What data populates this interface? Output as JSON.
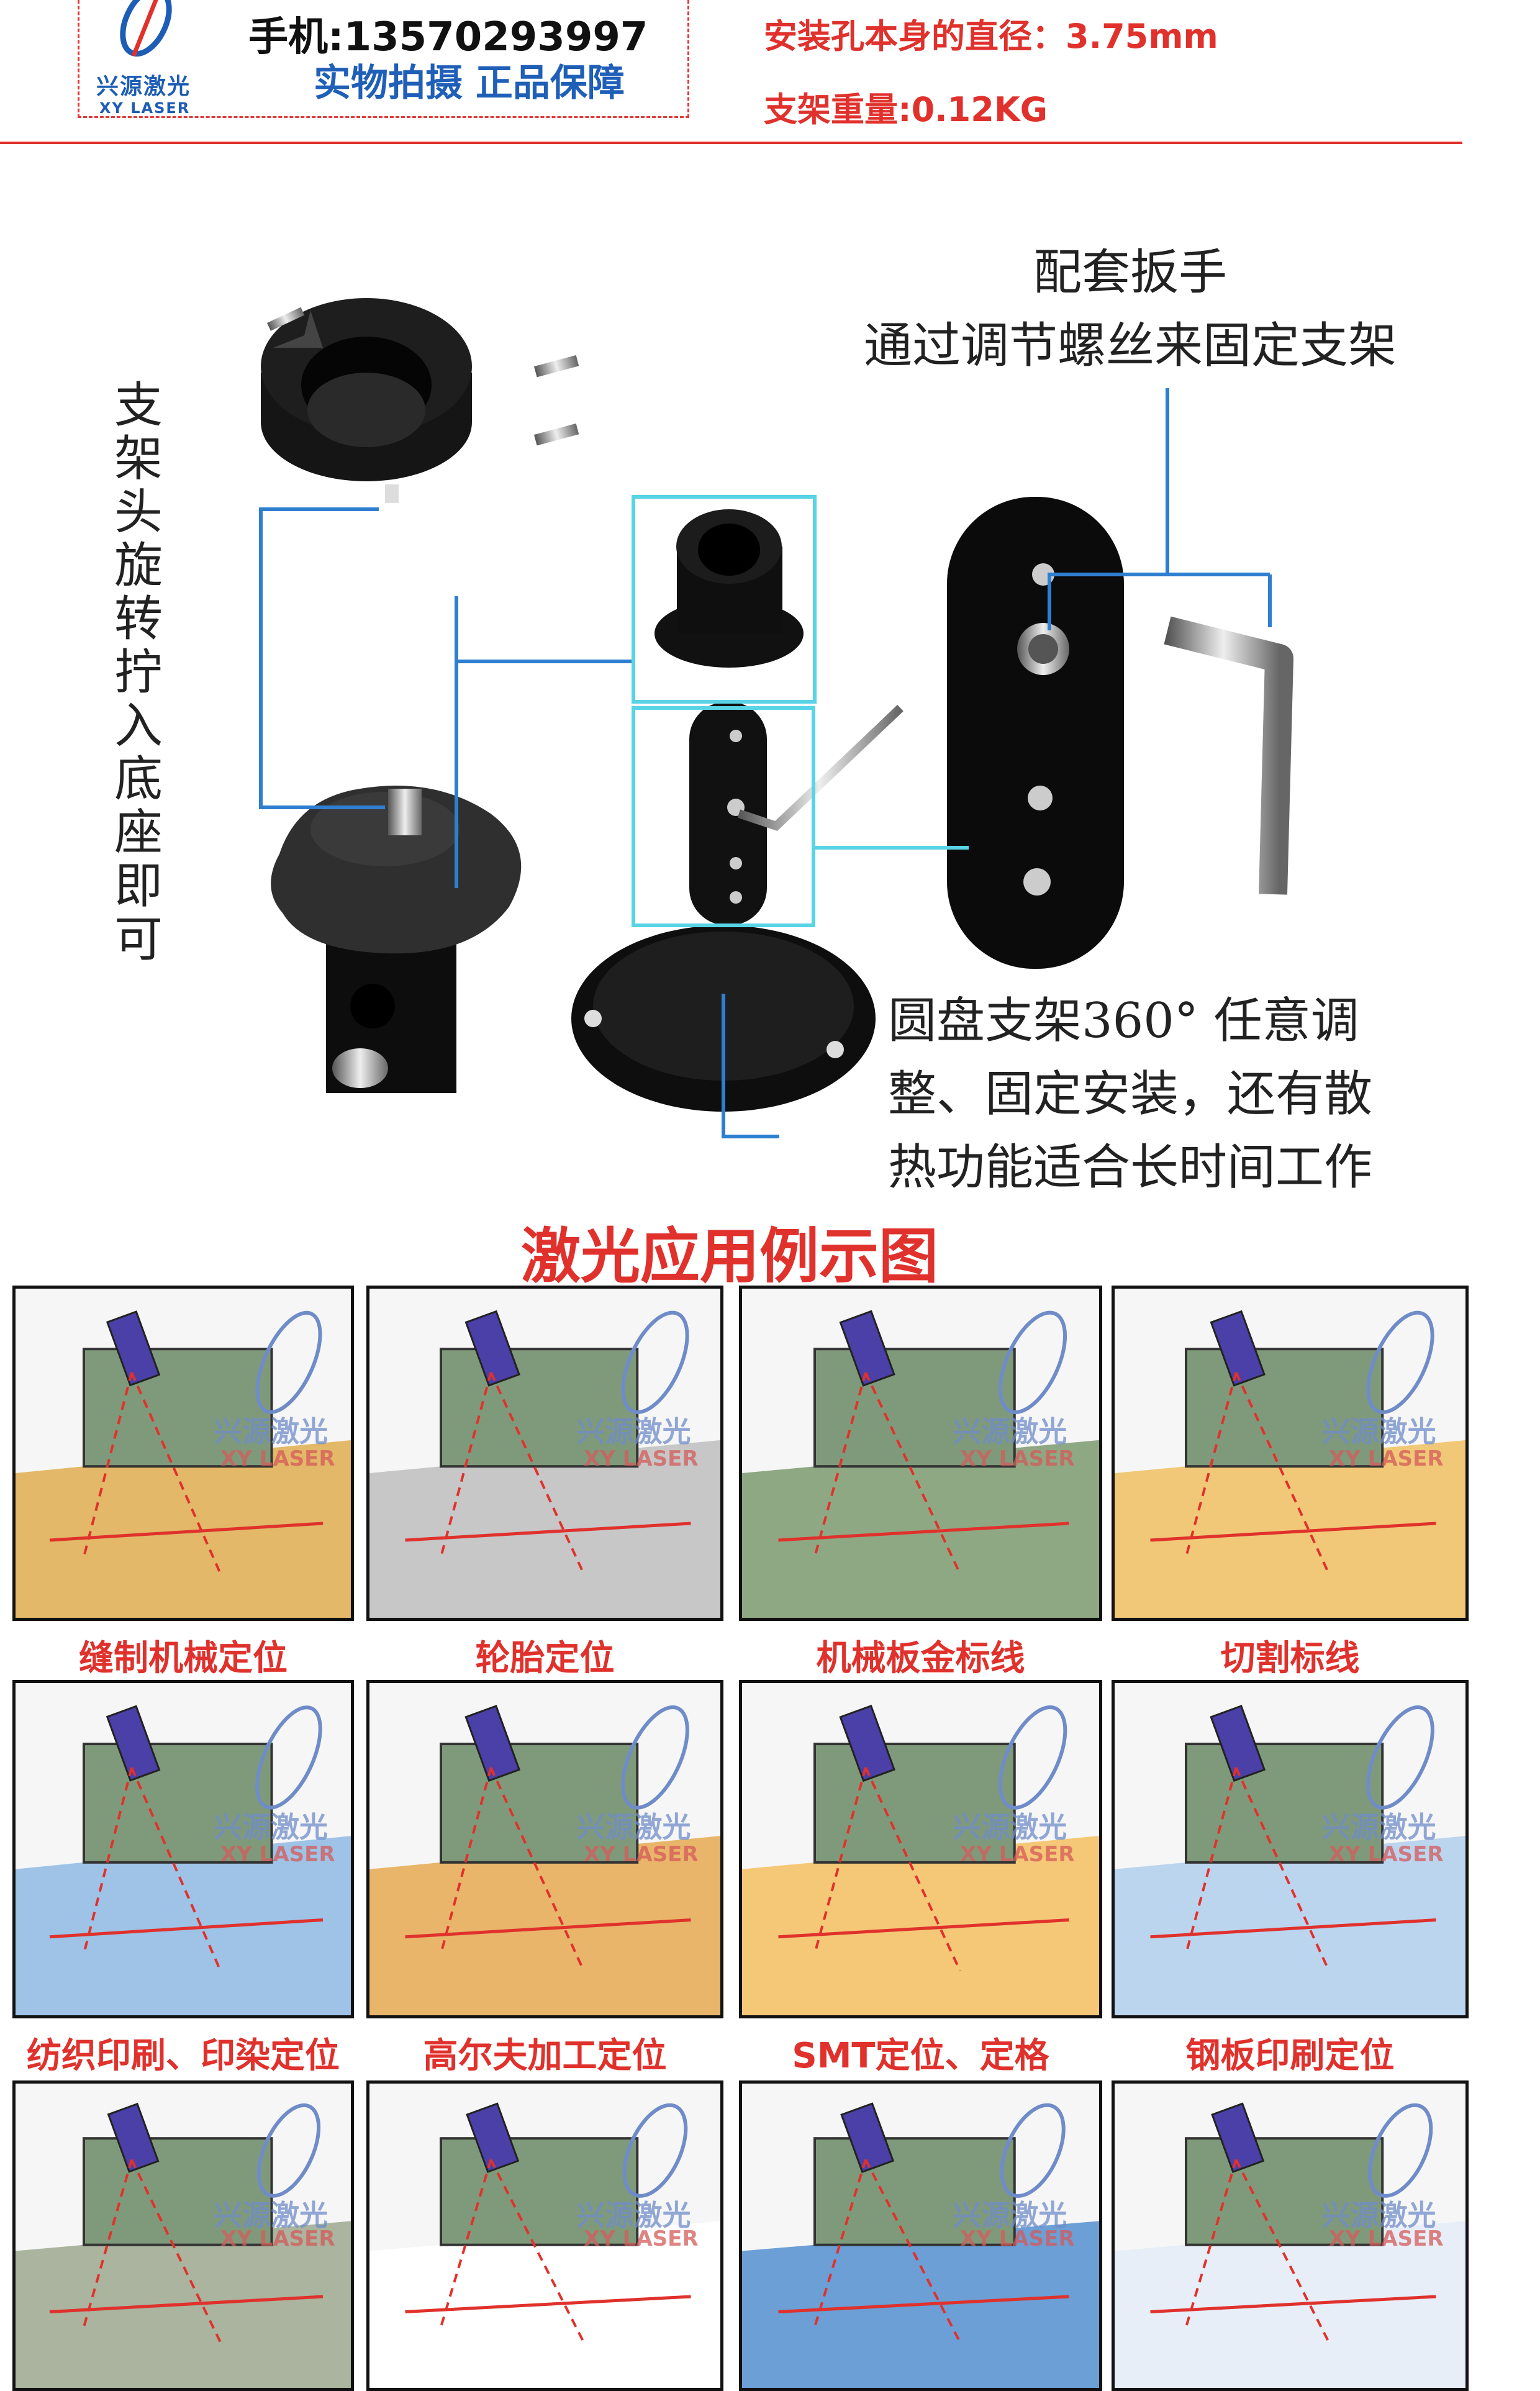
{
  "header": {
    "logo_cn": "兴源激光",
    "logo_en": "XY LASER",
    "phone": "手机:13570293997",
    "slogan": "实物拍摄 正品保障",
    "spec_hole": "安装孔本身的直径：3.75mm",
    "spec_weight": "支架重量:0.12KG"
  },
  "product": {
    "rotate_caption": "支架头旋转拧入底座即可",
    "wrench_caption_line1": "配套扳手",
    "wrench_caption_line2": "通过调节螺丝来固定支架",
    "disc_caption_line1": "圆盘支架360° 任意调",
    "disc_caption_line2": "整、固定安装，还有散",
    "disc_caption_line3": "热功能适合长时间工作"
  },
  "applications": {
    "title": "激光应用例示图",
    "watermark_cn": "兴源激光",
    "watermark_en": "XY LASER",
    "items": [
      {
        "label": "缝制机械定位"
      },
      {
        "label": "轮胎定位"
      },
      {
        "label": "机械板金标线"
      },
      {
        "label": "切割标线"
      },
      {
        "label": "纺织印刷、印染定位"
      },
      {
        "label": "高尔夫加工定位"
      },
      {
        "label": "SMT定位、定格"
      },
      {
        "label": "钢板印刷定位"
      },
      {
        "label": ""
      },
      {
        "label": ""
      },
      {
        "label": ""
      },
      {
        "label": ""
      }
    ]
  },
  "colors": {
    "accent_red": "#e0312c",
    "brand_blue": "#1f5fb8",
    "leader_blue": "#2f7fd0",
    "highlight_cyan": "#59d3e6"
  }
}
